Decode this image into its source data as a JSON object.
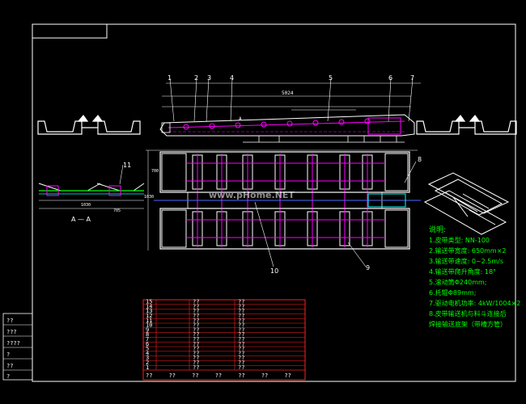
{
  "colors": {
    "background": "#000000",
    "frame": "#ffffff",
    "structure": "#ffffff",
    "accent_magenta": "#ff00ff",
    "accent_green": "#00ff00",
    "accent_cyan": "#00ffff",
    "accent_blue": "#4a6cff",
    "table_border": "#ff2020"
  },
  "drawing": {
    "watermark": "www.pHome.NET",
    "top_dimension": "5024",
    "top_labels": [
      "1",
      "2",
      "3",
      "4",
      "5",
      "6",
      "7"
    ],
    "plan_labels": [
      "8",
      "9",
      "10",
      "11"
    ],
    "section_mark": "A — A",
    "dim_left_side": [
      "1030",
      "705"
    ],
    "dim_plan_height": "700",
    "dim_plan_left": "1030"
  },
  "notes": {
    "title": "说明:",
    "lines": [
      "1.皮带类型: NN-100",
      "2.输送带宽度: 650mm×2",
      "3.输送带速度: 0~2.5m/s",
      "4.输送带爬升角度: 18°",
      "5.滚动筒Φ240mm;",
      "6.托辊Φ89mm;",
      "7.驱动电机功率: 4kW/1004×2",
      "8.皮带输送机与料斗连接后",
      "  焊接输送底架（带槽方管）"
    ]
  },
  "title_block": {
    "left_cells": [
      "??",
      "???",
      "????",
      "?",
      "??",
      "?"
    ],
    "bottom_row": [
      "??",
      "??",
      "??",
      "??",
      "??",
      "??",
      "??"
    ],
    "rows": [
      {
        "no": "15",
        "a": "??",
        "b": "??"
      },
      {
        "no": "14",
        "a": "??",
        "b": "??"
      },
      {
        "no": "13",
        "a": "??",
        "b": "??"
      },
      {
        "no": "12",
        "a": "??",
        "b": "??"
      },
      {
        "no": "11",
        "a": "??",
        "b": "??"
      },
      {
        "no": "10",
        "a": "??",
        "b": "??"
      },
      {
        "no": "9",
        "a": "??",
        "b": "??"
      },
      {
        "no": "8",
        "a": "??",
        "b": "??"
      },
      {
        "no": "7",
        "a": "??",
        "b": "??"
      },
      {
        "no": "6",
        "a": "??",
        "b": "??"
      },
      {
        "no": "5",
        "a": "??",
        "b": "??"
      },
      {
        "no": "4",
        "a": "??",
        "b": "??"
      },
      {
        "no": "3",
        "a": "??",
        "b": "??"
      },
      {
        "no": "2",
        "a": "??",
        "b": "??"
      },
      {
        "no": "1",
        "a": "??",
        "b": "??"
      }
    ]
  }
}
